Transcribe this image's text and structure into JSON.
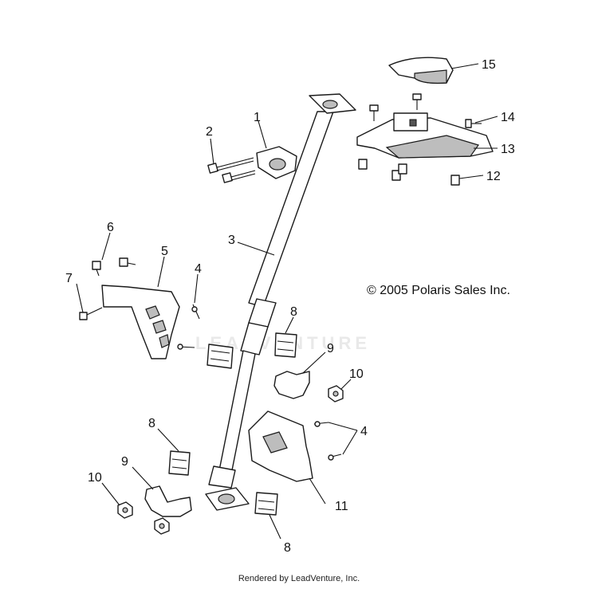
{
  "diagram": {
    "callouts": {
      "c1": "1",
      "c2": "2",
      "c3": "3",
      "c4a": "4",
      "c4b": "4",
      "c5": "5",
      "c6": "6",
      "c7": "7",
      "c8a": "8",
      "c8b": "8",
      "c8c": "8",
      "c9a": "9",
      "c9b": "9",
      "c10a": "10",
      "c10b": "10",
      "c11": "11",
      "c12": "12",
      "c13": "13",
      "c14": "14",
      "c15": "15"
    },
    "copyright": "© 2005 Polaris Sales Inc.",
    "watermark": "LEADVENTURE",
    "footer": "Rendered by LeadVenture, Inc."
  }
}
